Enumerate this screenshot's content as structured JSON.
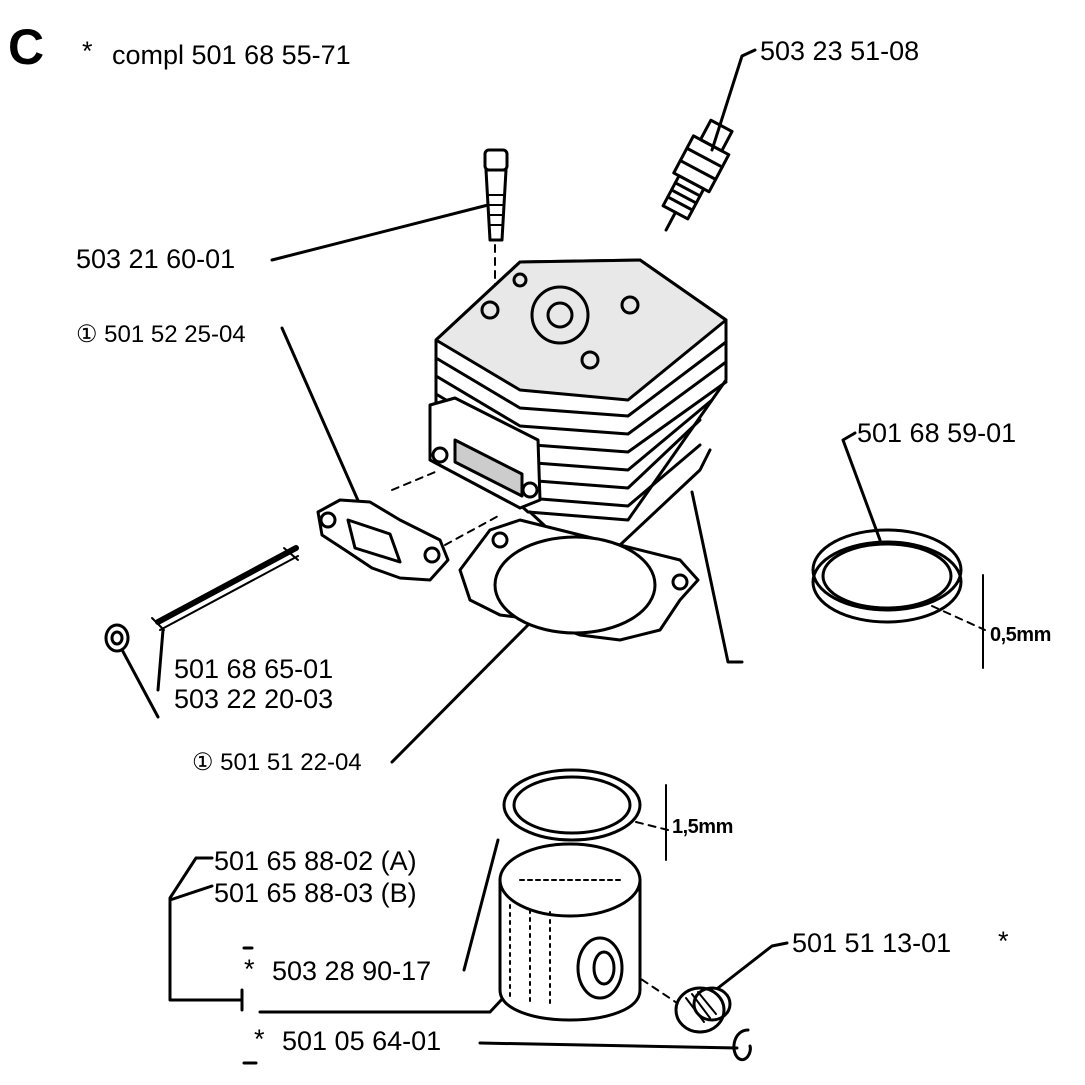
{
  "section_letter": "C",
  "header": {
    "prefix": "*",
    "text": "compl 501 68 55-71"
  },
  "labels": {
    "spark_plug": "503 23 51-08",
    "bolt": "503 21 60-01",
    "gasket_exhaust": "① 501 52 25-04",
    "ring_upper": "501 68 59-01",
    "ring_thickness": "0,5mm",
    "stud": "501 68 65-01",
    "nut": "503 22 20-03",
    "gasket_base": "① 501 51 22-04",
    "ring_lower_thickness": "1,5mm",
    "piston_a": "501 65 88-02 (A)",
    "piston_b": "501 65 88-03 (B)",
    "piston_ring_star": "*",
    "piston_ring": "503 28 90-17",
    "needle_bearing": "501 51 13-01",
    "needle_bearing_star": "*",
    "circlip_star": "*",
    "circlip": "501 05 64-01"
  },
  "colors": {
    "ink": "#000000",
    "paper": "#ffffff"
  }
}
